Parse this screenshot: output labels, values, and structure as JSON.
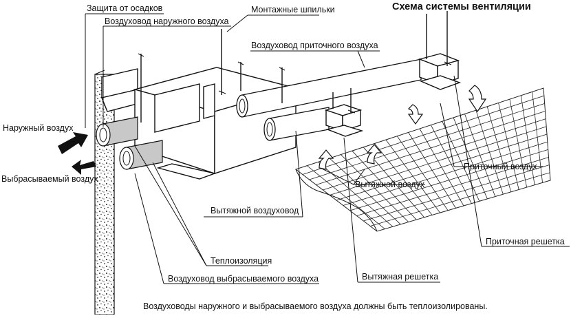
{
  "diagram": {
    "title": "Схема системы вентиляции",
    "labels": {
      "rain_guard": "Защита от осадков",
      "outdoor_duct": "Воздуховод наружного воздуха",
      "mounting_studs": "Монтажные шпильки",
      "supply_duct": "Воздуховод приточного воздуха",
      "outdoor_air": "Наружный воздух",
      "exhaust_air": "Выбрасываемый воздух",
      "supply_air": "Приточный воздух",
      "extract_air": "Вытяжной воздух",
      "extract_duct": "Вытяжной воздуховод",
      "supply_grille": "Приточная решетка",
      "insulation": "Теплоизоляция",
      "exhaust_duct": "Воздуховод выбрасываемого воздуха",
      "extract_grille": "Вытяжная решетка"
    },
    "footnote": "Воздуховоды наружного и выбрасываемого воздуха должны быть теплоизолированы."
  }
}
